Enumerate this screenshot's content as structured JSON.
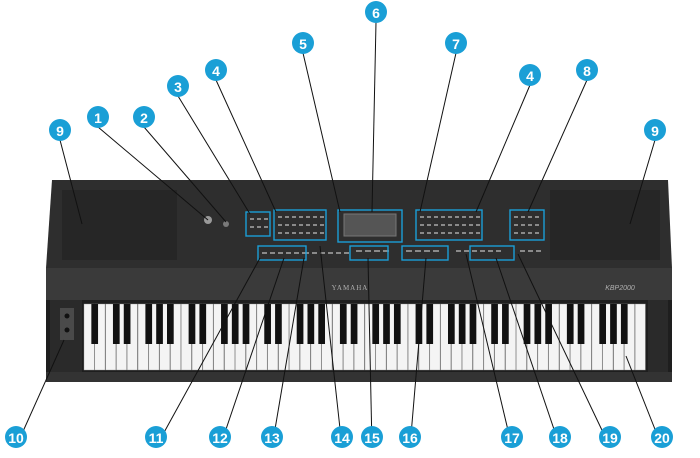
{
  "colors": {
    "callout": "#1a9fd6",
    "keyboard_body": "#2c2c2c",
    "panel": "#3a3a3a",
    "highlight_box": "#1a9fd6",
    "white_key": "#f4f4f4",
    "black_key": "#111111"
  },
  "branding": {
    "logo": "YAMAHA",
    "model": "KBP2000"
  },
  "callouts": [
    {
      "label": "1"
    },
    {
      "label": "2"
    },
    {
      "label": "3"
    },
    {
      "label": "4"
    },
    {
      "label": "5"
    },
    {
      "label": "6"
    },
    {
      "label": "7"
    },
    {
      "label": "4"
    },
    {
      "label": "8"
    },
    {
      "label": "9"
    },
    {
      "label": "9"
    },
    {
      "label": "10"
    },
    {
      "label": "11"
    },
    {
      "label": "12"
    },
    {
      "label": "13"
    },
    {
      "label": "14"
    },
    {
      "label": "15"
    },
    {
      "label": "16"
    },
    {
      "label": "17"
    },
    {
      "label": "18"
    },
    {
      "label": "19"
    },
    {
      "label": "20"
    }
  ]
}
